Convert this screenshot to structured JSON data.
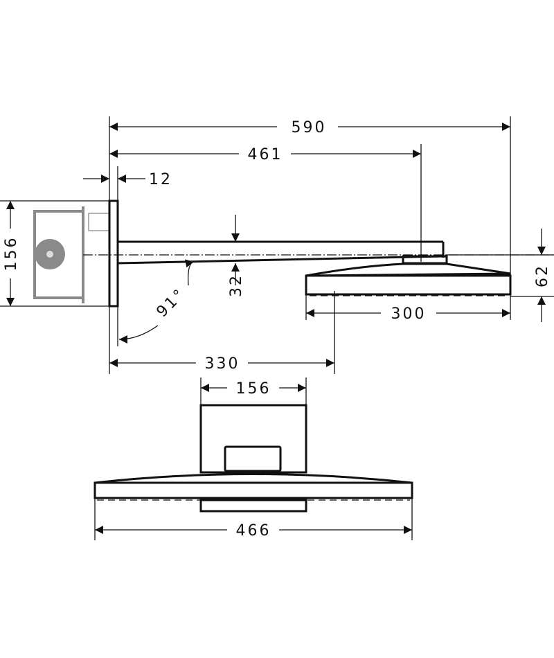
{
  "drawing": {
    "side_view": {
      "overall_length": "590",
      "arm_to_center": "461",
      "plate_thickness": "12",
      "plate_height": "156",
      "head_height": "62",
      "arm_height": "32",
      "arm_angle": "91°",
      "head_depth": "300",
      "wall_to_front": "330"
    },
    "top_view": {
      "plate_width": "156",
      "head_width": "466"
    }
  }
}
